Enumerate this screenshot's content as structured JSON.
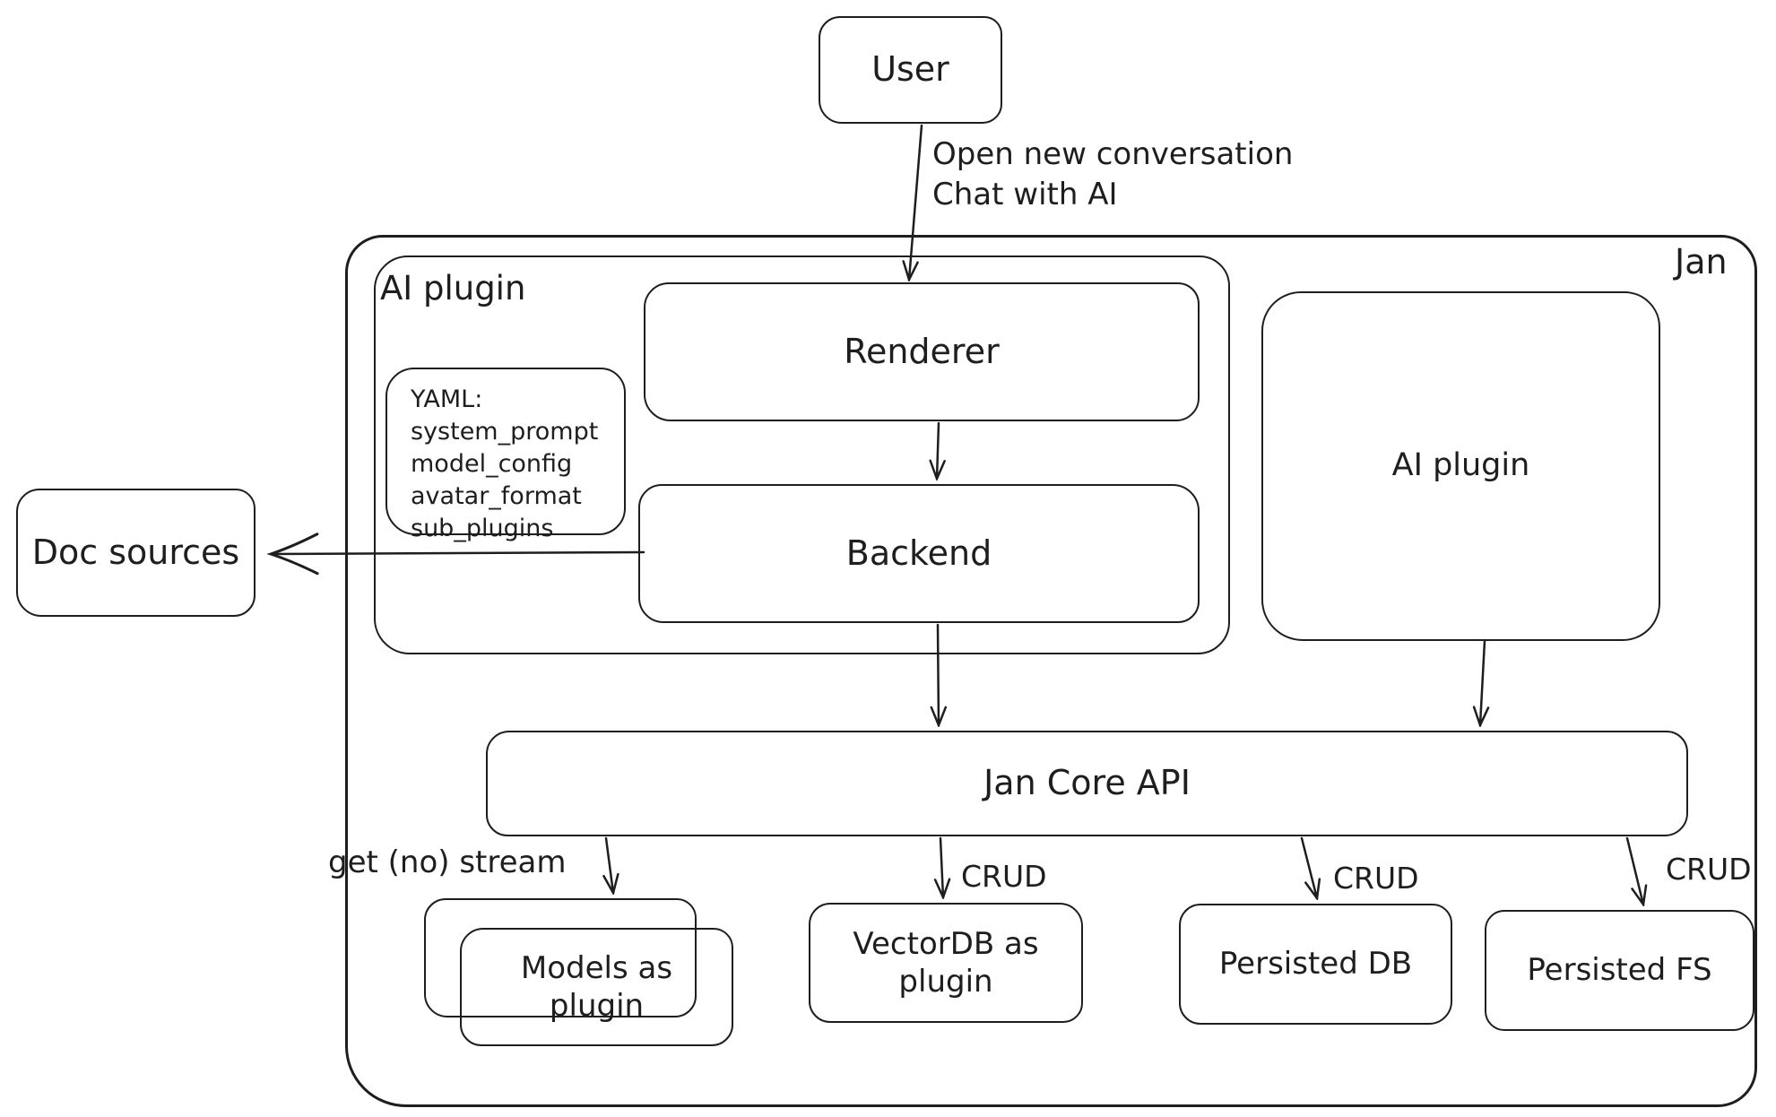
{
  "diagram": {
    "outer_label": "Jan",
    "nodes": {
      "user": "User",
      "ai_plugin_group": "AI plugin",
      "renderer": "Renderer",
      "backend": "Backend",
      "doc_sources": "Doc sources",
      "ai_plugin_box": "AI plugin",
      "jan_core_api": "Jan Core API",
      "models_plugin": "Models as plugin",
      "vectordb_plugin": "VectorDB as plugin",
      "persisted_db": "Persisted DB",
      "persisted_fs": "Persisted FS"
    },
    "yaml_note": {
      "lines": [
        "YAML:",
        "system_prompt",
        "model_config",
        "avatar_format",
        "sub_plugins"
      ]
    },
    "edge_labels": {
      "user_flow": [
        "Open new conversation",
        "Chat with AI"
      ],
      "models": "get (no) stream",
      "vectordb": "CRUD",
      "persisted_db": "CRUD",
      "persisted_fs": "CRUD"
    },
    "colors": {
      "stroke": "#1e1e1e",
      "background": "#ffffff"
    }
  }
}
